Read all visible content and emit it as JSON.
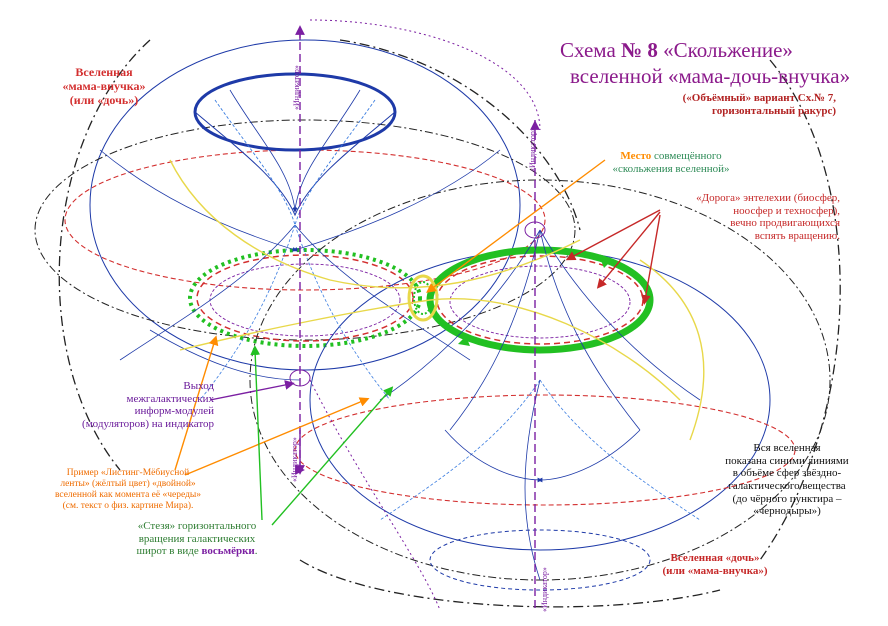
{
  "title": {
    "line1_prefix": "Схема",
    "line1_number": "№ 8",
    "line1_name": "«Скольжение»",
    "line2": "вселенной «мама-дочь-внучка»",
    "line3a": "(«Объёмный» вариант Сх.№ 7,",
    "line3b": "горизонтальный ракурс)"
  },
  "labels": {
    "universe_left_1": "Вселенная",
    "universe_left_2": "«мама-внучка»",
    "universe_left_3": "(или «дочь»)",
    "place_1": "Место",
    "place_2": "совмещённого",
    "place_3": "«скольжения вселенной»",
    "road_1": "«Дорога» энтелехии (биосфер,",
    "road_2": "ноосфер и техносфер),",
    "road_3": "вечно продвигающихся",
    "road_4": "вспять вращению.",
    "exit_1": "Выход",
    "exit_2": "межгалактических",
    "exit_3": "информ-модулей",
    "exit_4": "(модуляторов) на индикатор",
    "example_1": "Пример «Листинг-Мёбиусной",
    "example_2": "ленты» (жёлтый цвет) «двойной»",
    "example_3": "вселенной как момента её «череды»",
    "example_4": "(см. текст о физ. картине Мира).",
    "path_1": "«Стезя» горизонтального",
    "path_2": "вращения галактических",
    "path_3": "широт в виде",
    "path_4": "восьмёрки",
    "whole_1": "Вся вселенная",
    "whole_2": "показана синими линиями",
    "whole_3": "в объёме сфер звёздно-",
    "whole_4": "галактического вещества",
    "whole_5": "(до чёрного пунктира –",
    "whole_6": "«чернодыры»)",
    "universe_right_1": "Вселенная «дочь»",
    "universe_right_2": "(или «мама-внучка»)",
    "indicator": "«Индикатор»"
  },
  "colors": {
    "title": "#8b1a8b",
    "blue": "#1e3aa8",
    "light_blue": "#3b7de0",
    "black_dash": "#222222",
    "red_dash": "#d32f2f",
    "green": "#22c022",
    "yellow": "#e8d84a",
    "purple": "#7b1fa2",
    "orange": "#ff8c00"
  }
}
